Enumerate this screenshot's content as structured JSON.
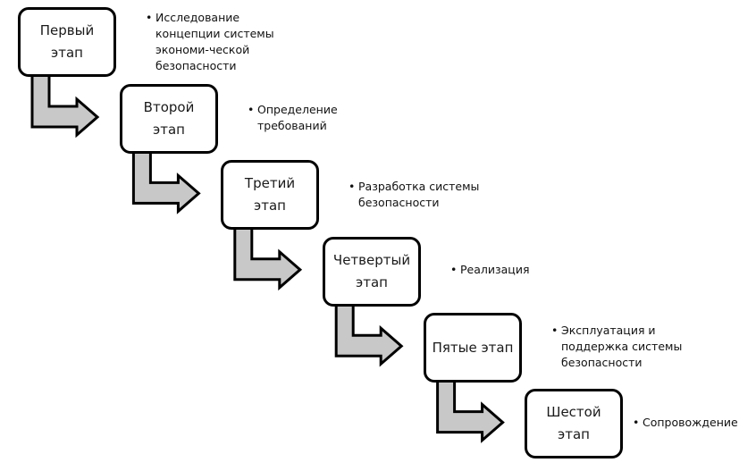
{
  "stages": [
    {
      "title_line1": "Первый",
      "title_line2": "этап",
      "description": [
        "Исследование",
        "концепции системы",
        "экономи-ческой",
        "безопасности"
      ]
    },
    {
      "title_line1": "Второй",
      "title_line2": "этап",
      "description": [
        "Определение",
        "требований"
      ]
    },
    {
      "title_line1": "Третий",
      "title_line2": "этап",
      "description": [
        "Разработка системы",
        "безопасности"
      ]
    },
    {
      "title_line1": "Четвертый",
      "title_line2": "этап",
      "description": [
        "Реализация"
      ]
    },
    {
      "title_line1": "Пятые этап",
      "title_line2": "",
      "description": [
        "Эксплуатация и",
        "поддержка системы",
        "безопасности"
      ]
    },
    {
      "title_line1": "Шестой",
      "title_line2": "этап",
      "description": [
        "Сопровождение"
      ]
    }
  ],
  "bullet_symbol": "•",
  "colors": {
    "arrow_fill": "#c8c8c8",
    "outline": "#000000"
  }
}
